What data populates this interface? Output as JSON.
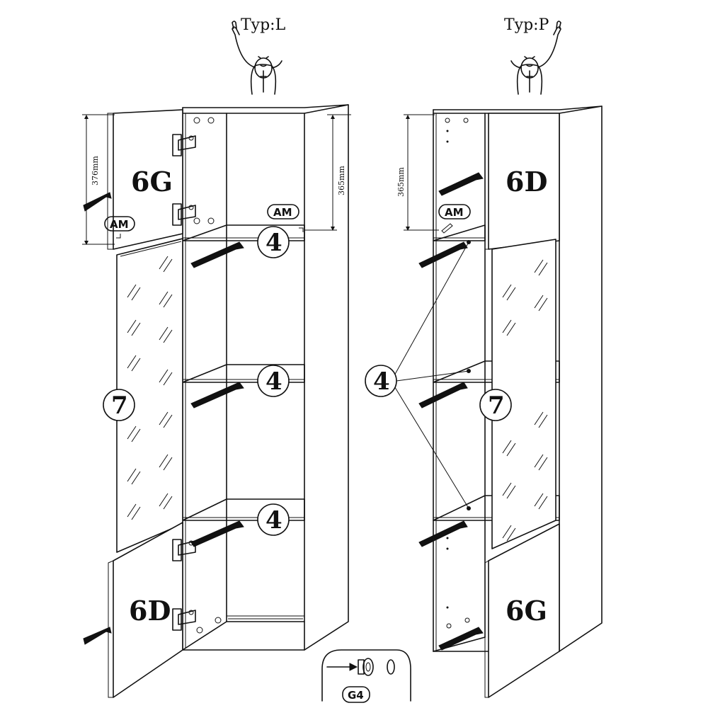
{
  "left_view": {
    "type_label": "Typ:L",
    "dimension_door": "376mm",
    "dimension_shelf": "365mm",
    "upper_door": "6G",
    "lower_door": "6D",
    "glass_door": "7",
    "shelf_label": "4",
    "hinge_mark": "AM"
  },
  "right_view": {
    "type_label": "Typ:P",
    "dimension_shelf": "365mm",
    "upper_door": "6D",
    "lower_door": "6G",
    "glass_door": "7",
    "shelf_label": "4",
    "hinge_mark": "AM"
  },
  "detail": {
    "label": "G4"
  }
}
